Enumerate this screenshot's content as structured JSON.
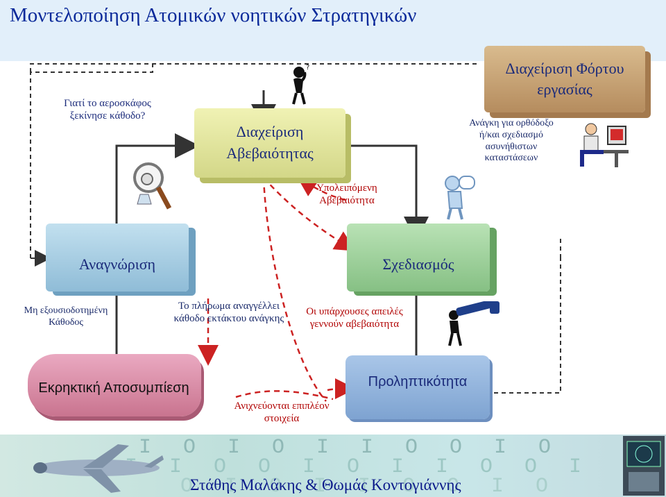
{
  "title": "Μοντελοποίηση Ατομικών νοητικών Στρατηγικών",
  "boxes": {
    "workload": "Διαχείριση Φόρτου εργασίας",
    "uncertainty": "Διαχείριση Αβεβαιότητας",
    "recognition": "Αναγνώριση",
    "planning": "Σχεδιασμός",
    "explosive": "Εκρηκτική Αποσυμπίεση",
    "proactivity": "Προληπτικότητα"
  },
  "labels": {
    "why_cabin": "Γιατί το αεροσκάφος ξεκίνησε κάθοδο?",
    "need_design": "Ανάγκη για ορθόδοξο ή/και σχεδιασμό ασυνήθιστων καταστάσεων",
    "residual": "Υπολειπόμενη Αβεβαιότητα",
    "unauthorized": "Μη εξουσιοδοτημένη Κάθοδος",
    "crew_announces": "Το πλήρωμα αναγγέλλει κάθοδο εκτάκτου ανάγκης",
    "threats": "Οι υπάρχουσες απειλές γεννούν αβεβαιότητα",
    "detected": "Ανιχνεύονται επιπλέον στοιχεία"
  },
  "footer": {
    "authors": "Στάθης Μαλάκης & Θωμάς Κοντογιάννης",
    "binary_rows": [
      "I O I O I I O O I O",
      "I I O O I O I I O O I",
      "O I O I I O O I O"
    ]
  },
  "icons": [
    "thinker-icon",
    "magnifier-person-icon",
    "thinking-person-icon",
    "computer-user-icon",
    "telescope-person-icon",
    "airplane-icon",
    "radar-screen-icon"
  ],
  "colors": {
    "title": "#0b2a9a",
    "workload_box": "#c9a97e",
    "uncertainty_box": "#e6e99a",
    "recognition_box": "#a7cde3",
    "planning_box": "#9fd29f",
    "explosive_box": "#d88aa8",
    "proactivity_box": "#8fb3dc",
    "dashed_red": "#cc2222",
    "dashed_dark": "#333333"
  }
}
